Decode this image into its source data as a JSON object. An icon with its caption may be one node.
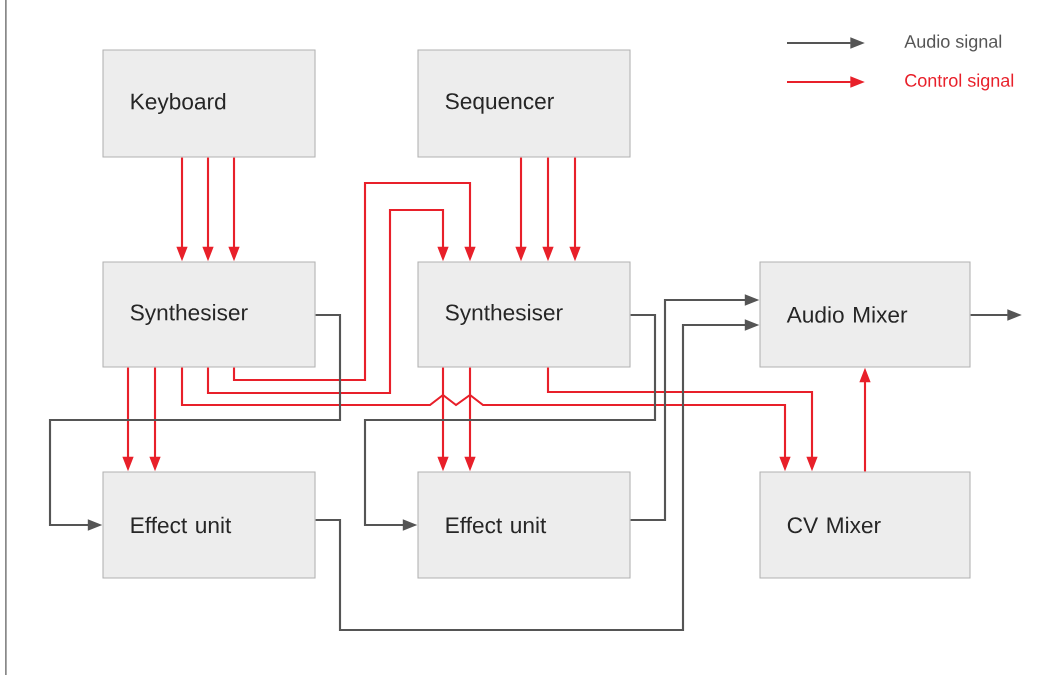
{
  "diagram": {
    "nodes": [
      {
        "text": [
          "Keyboard"
        ]
      },
      {
        "text": [
          "Sequencer"
        ]
      },
      {
        "text": [
          "Synthesiser"
        ]
      },
      {
        "text": [
          "Synthesiser"
        ]
      },
      {
        "text": [
          "Audio Mixer"
        ]
      },
      {
        "text": [
          "Effect unit"
        ]
      },
      {
        "text": [
          "Effect unit"
        ]
      },
      {
        "text": [
          "CV Mixer"
        ]
      }
    ],
    "edges": [
      {
        "from": 0,
        "to": 2,
        "arrow": "to"
      },
      {
        "from": 0,
        "to": 2,
        "arrow": "to"
      },
      {
        "from": 0,
        "to": 2,
        "arrow": "to"
      },
      {
        "from": 1,
        "to": 3,
        "arrow": "to"
      },
      {
        "from": 1,
        "to": 3,
        "arrow": "to"
      },
      {
        "from": 1,
        "to": 3,
        "arrow": "to"
      },
      {
        "from": 2,
        "to": 3,
        "arrow": "to"
      },
      {
        "from": 2,
        "to": 3,
        "arrow": "to"
      },
      {
        "from": 2,
        "to": 5,
        "arrow": "to"
      },
      {
        "from": 2,
        "to": 5,
        "arrow": "to"
      },
      {
        "from": 2,
        "to": 7,
        "arrow": "to"
      },
      {
        "from": 3,
        "to": 6,
        "arrow": "to"
      },
      {
        "from": 3,
        "to": 6,
        "arrow": "to"
      },
      {
        "from": 3,
        "to": 7,
        "arrow": "to"
      },
      {
        "from": 7,
        "to": 4,
        "arrow": "to"
      },
      {
        "from": 2,
        "to": 5,
        "arrow": "to",
        "color": "#555555"
      },
      {
        "from": 3,
        "to": 6,
        "arrow": "to",
        "color": "#555555"
      },
      {
        "from": 5,
        "to": 4,
        "arrow": "to",
        "color": "#555555"
      },
      {
        "from": 6,
        "to": 4,
        "arrow": "to",
        "color": "#555555"
      },
      {
        "from": 4,
        "to": null,
        "arrow": "to",
        "color": "#555555"
      }
    ],
    "legend": [
      {
        "text": "Audio signal"
      },
      {
        "text": "Control signal"
      }
    ]
  }
}
